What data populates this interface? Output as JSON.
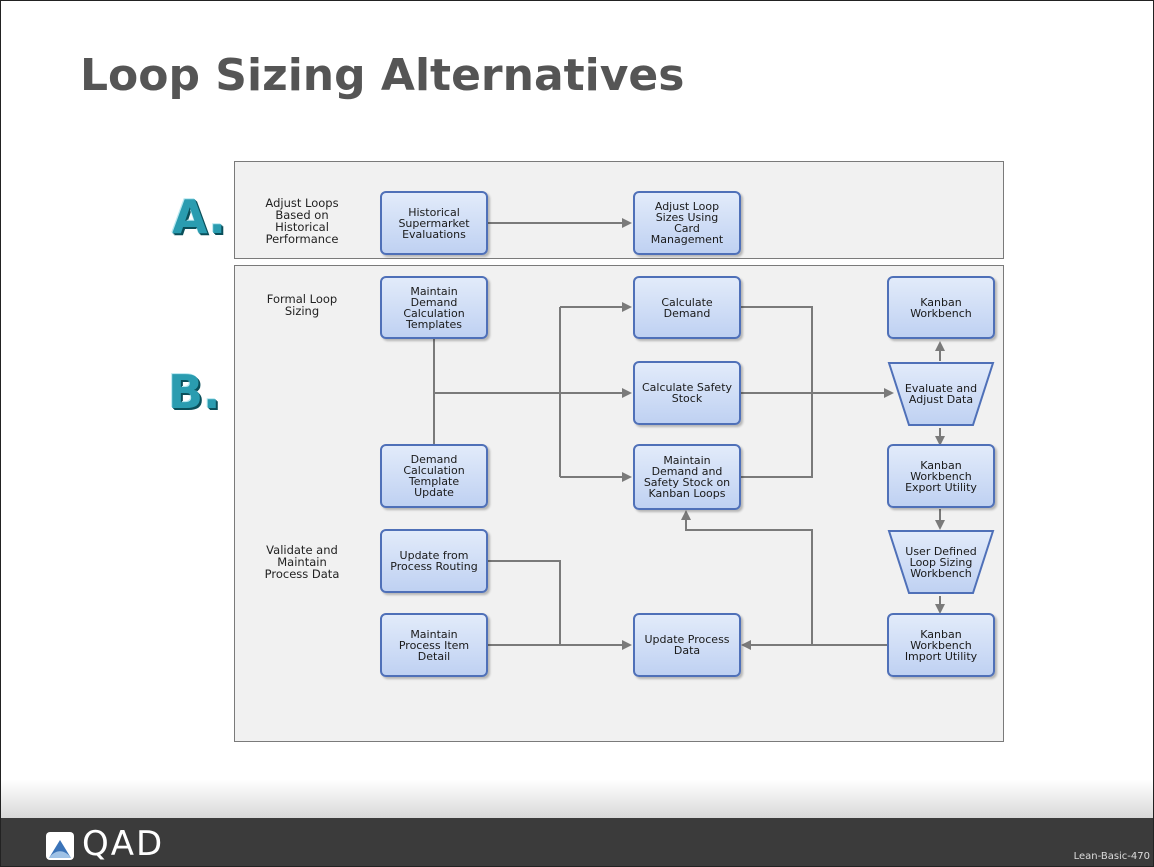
{
  "slide": {
    "title": "Loop Sizing Alternatives",
    "footer_logo_text": "QAD",
    "slide_id": "Lean-Basic-470"
  },
  "section_a": {
    "marker": "A.",
    "label": "Adjust Loops\nBased on\nHistorical\nPerformance",
    "boxes": {
      "historical_supermarket": "Historical\nSupermarket\nEvaluations",
      "adjust_loop_sizes": "Adjust Loop\nSizes Using\nCard\nManagement"
    }
  },
  "section_b": {
    "marker": "B.",
    "label_formal": "Formal Loop\nSizing",
    "label_validate": "Validate and\nMaintain\nProcess Data",
    "boxes": {
      "maintain_templates": "Maintain\nDemand\nCalculation\nTemplates",
      "template_update": "Demand\nCalculation\nTemplate\nUpdate",
      "update_routing": "Update from\nProcess Routing",
      "maintain_item_detail": "Maintain\nProcess Item\nDetail",
      "calculate_demand": "Calculate\nDemand",
      "calculate_safety_stock": "Calculate Safety\nStock",
      "maintain_demand_safety": "Maintain\nDemand and\nSafety Stock on\nKanban Loops",
      "update_process_data": "Update Process\nData",
      "kanban_workbench": "Kanban\nWorkbench",
      "evaluate_adjust": "Evaluate and\nAdjust Data",
      "export_utility": "Kanban\nWorkbench\nExport Utility",
      "user_defined_workbench": "User Defined\nLoop Sizing\nWorkbench",
      "import_utility": "Kanban\nWorkbench\nImport Utility"
    }
  },
  "colors": {
    "box_border": "#4f70b8",
    "box_fill": "#c9d8f4",
    "connector": "#7a7a7a",
    "marker": "#2a9cb0",
    "title": "#555555"
  }
}
